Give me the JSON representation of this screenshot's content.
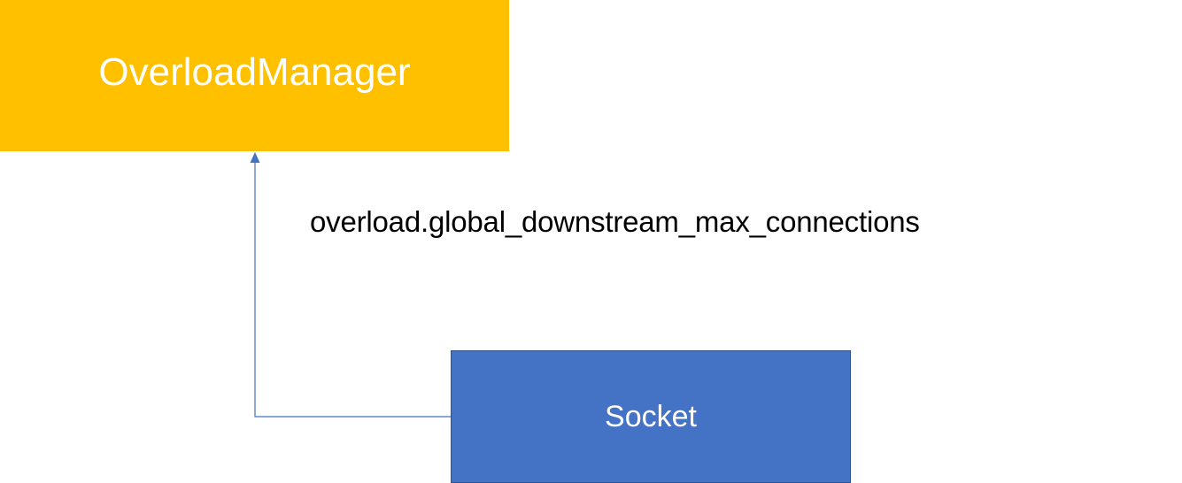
{
  "nodes": {
    "overload_manager": {
      "label": "OverloadManager",
      "color": "#FFC000"
    },
    "socket": {
      "label": "Socket",
      "color": "#4472C4"
    }
  },
  "edge": {
    "label": "overload.global_downstream_max_connections",
    "color": "#4472C4",
    "from": "socket",
    "to": "overload_manager"
  }
}
